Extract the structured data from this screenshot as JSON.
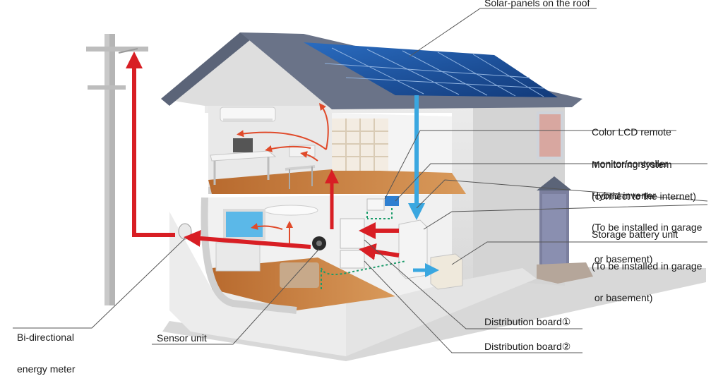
{
  "labels": {
    "solar_panels": "Solar-panels on the roof",
    "lcd_remote": [
      "Color LCD remote",
      "monitor/controller"
    ],
    "monitoring": [
      "Monitoring system",
      "(connect to the internet)"
    ],
    "inverter": [
      "Hybrid inverter",
      "(To be installed in garage",
      " or basement)"
    ],
    "battery": [
      "Storage battery unit",
      "(To be installed in garage",
      " or basement)"
    ],
    "meter": [
      "Bi-directional",
      "energy meter"
    ],
    "sensor": "Sensor unit",
    "dist_board_1": "Distribution board①",
    "dist_board_2": "Distribution board②"
  },
  "colors": {
    "power_flow": "#d81e24",
    "solar_flow": "#3aa7e0",
    "data_link": "#1c9c6b",
    "roof": "#5b6478",
    "panels": "#1d4f9c"
  }
}
